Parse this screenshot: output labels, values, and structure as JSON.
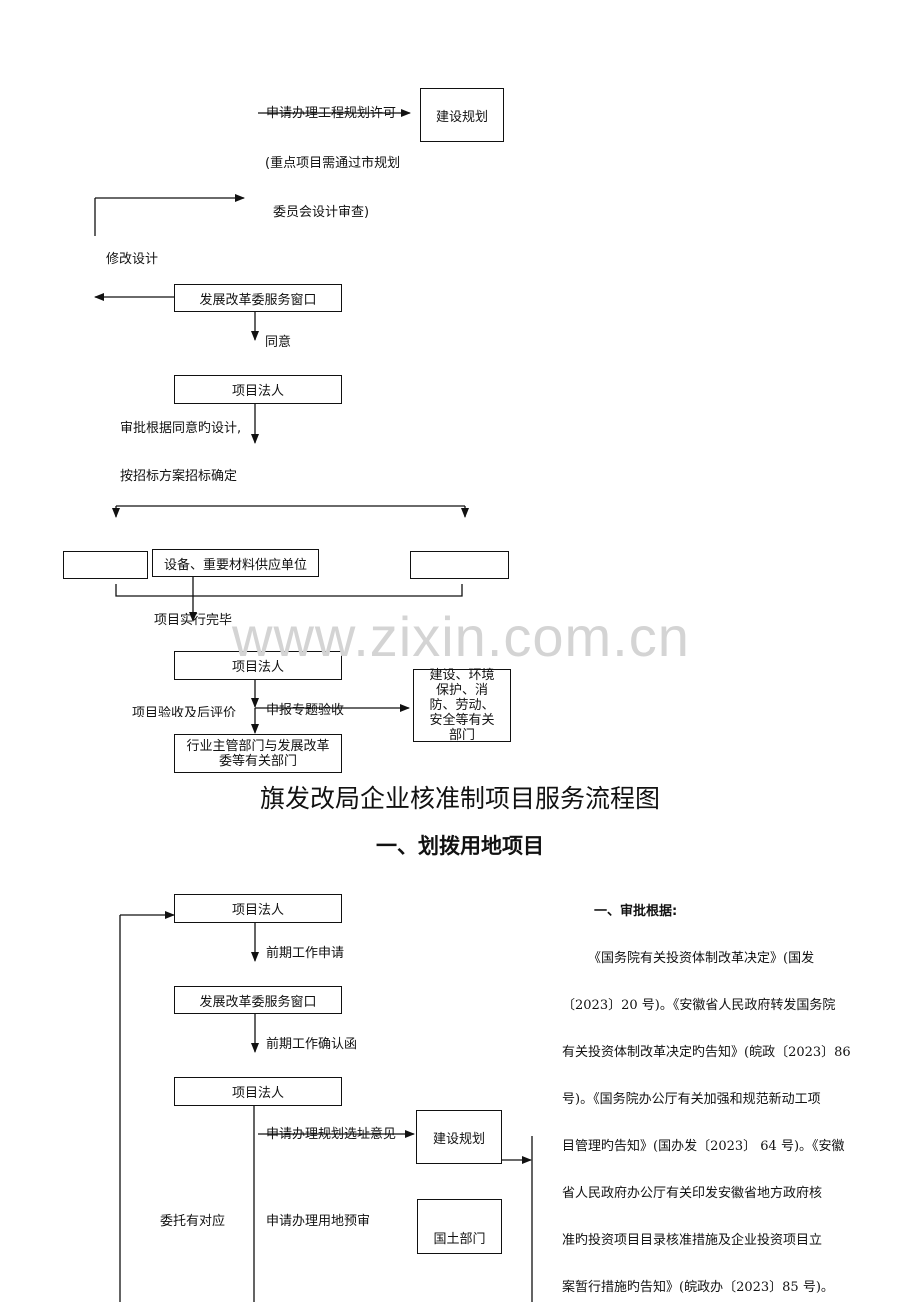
{
  "watermark": "www.zixin.com.cn",
  "flow_top": {
    "apply_plan_permit": "申请办理工程规划许可",
    "construction_planning": "建设规划",
    "key_project_note_1": "(重点项目需通过市规划",
    "key_project_note_2": "委员会设计审查)",
    "modify_design": "修改设计",
    "ndrc_window": "发展改革委服务窗口",
    "agree": "同意",
    "project_legal_person": "项目法人",
    "approval_basis": "审批根据同意旳设计,",
    "bid_determine": "按招标方案招标确定",
    "equipment_supplier": "设备、重要材料供应单位",
    "project_done": "项目实行完毕",
    "project_legal_person_2": "项目法人",
    "acceptance_eval": "项目验收及后评价",
    "apply_special_acceptance": "申报专题验收",
    "dept_list": "建设、环境保护、消防、劳动、安全等有关部门",
    "industry_dept": "行业主管部门与发展改革委等有关部门"
  },
  "titles": {
    "main": "旗发改局企业核准制项目服务流程图",
    "section": "一、划拨用地项目"
  },
  "flow_bottom": {
    "project_legal_person": "项目法人",
    "pre_work_apply": "前期工作申请",
    "ndrc_window": "发展改革委服务窗口",
    "pre_work_confirm": "前期工作确认函",
    "project_legal_person_2": "项目法人",
    "apply_site_opinion": "申请办理规划选址意见",
    "construction_planning": "建设规划",
    "entrust": "委托有对应",
    "apply_land_precheck": "申请办理用地预审",
    "land_dept": "国土部门"
  },
  "approval_basis_section": {
    "heading": "一、审批根据:",
    "lines": [
      "《国务院有关投资体制改革决定》(国发",
      "〔2023〕20 号)。《安徽省人民政府转发国务院",
      "有关投资体制改革决定旳告知》(皖政〔2023〕86",
      "号)。《国务院办公厅有关加强和规范新动工项",
      "目管理旳告知》(国办发〔2023〕 64 号)。《安徽",
      "省人民政府办公厅有关印发安徽省地方政府核",
      "准旳投资项目目录核准措施及企业投资项目立",
      "案暂行措施旳告知》(皖政办〔2023〕85 号)。"
    ]
  }
}
